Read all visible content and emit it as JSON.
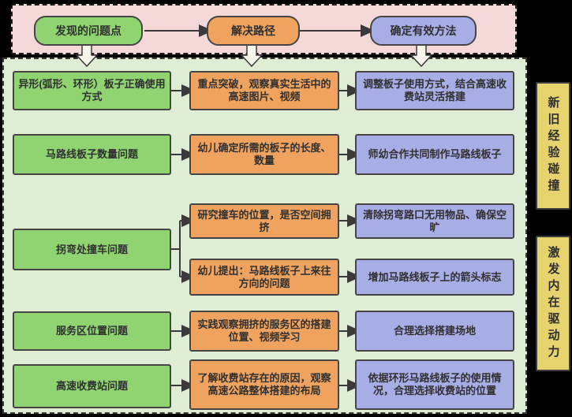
{
  "colors": {
    "bg": "#000000",
    "banner_bg": "#F5D8D8",
    "main_bg": "#E0EDD5",
    "box_green": "#8FD471",
    "box_orange": "#EFA35F",
    "box_purple": "#A8ADE6",
    "box_yellow": "#E6D36D",
    "box_border": "#454545",
    "line": "#3A3A3A",
    "text": "#303030",
    "arrow_fill": "#F8F5EA"
  },
  "banner": {
    "steps": [
      {
        "label": "发现的问题点"
      },
      {
        "label": "解决路径"
      },
      {
        "label": "确定有效方法"
      }
    ]
  },
  "rows": [
    {
      "problem": "异形(弧形、环形）板子正确使用方式",
      "path": "重点突破，观察真实生活中的高速图片、视频",
      "method": "调整板子使用方式，结合高速收费站灵活搭建"
    },
    {
      "problem": "马路线板子数量问题",
      "path": "幼儿确定所需的板子的长度、数量",
      "method": "师幼合作共同制作马路线板子"
    },
    {
      "problem": "拐弯处撞车问题",
      "branches": [
        {
          "path": "研究撞车的位置，是否空间拥挤",
          "method": "清除拐弯路口无用物品、确保空旷"
        },
        {
          "path": "幼儿提出：马路线板子上来往方向的问题",
          "method": "增加马路线板子上的箭头标志"
        }
      ]
    },
    {
      "problem": "服务区位置问题",
      "path": "实践观察拥挤的服务区的搭建位置、视频学习",
      "method": "合理选择搭建场地"
    },
    {
      "problem": "高速收费站问题",
      "path": "了解收费站存在的原因，观察高速公路整体搭建的布局",
      "method": "依据环形马路线板子的使用情况，合理选择收费站的位置"
    }
  ],
  "side_labels": [
    {
      "label": "新旧经验碰撞"
    },
    {
      "label": "激发内在驱动力"
    }
  ]
}
